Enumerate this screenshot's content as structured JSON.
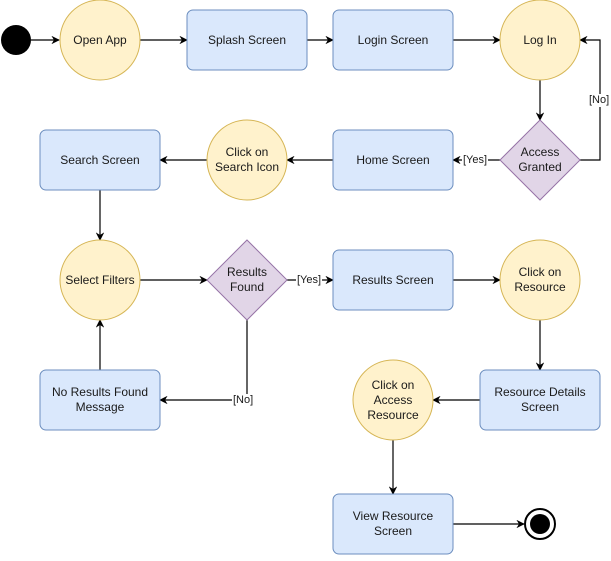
{
  "diagram": {
    "nodes": {
      "open_app": "Open App",
      "splash_screen": "Splash Screen",
      "login_screen": "Login Screen",
      "log_in": "Log In",
      "access_granted": "Access\nGranted",
      "home_screen": "Home Screen",
      "click_search_icon": "Click on\nSearch Icon",
      "search_screen": "Search Screen",
      "select_filters": "Select Filters",
      "results_found": "Results\nFound",
      "results_screen": "Results Screen",
      "click_resource": "Click on\nResource",
      "resource_details": "Resource Details\nScreen",
      "click_access_resource": "Click on\nAccess\nResource",
      "view_resource": "View Resource\nScreen",
      "no_results": "No Results Found\nMessage"
    },
    "edges": {
      "access_no": "[No]",
      "access_yes": "[Yes]",
      "results_yes": "[Yes]",
      "results_no": "[No]"
    },
    "colors": {
      "process_fill": "#dae8fc",
      "process_stroke": "#6c8ebf",
      "action_fill": "#fff2cc",
      "action_stroke": "#d6b656",
      "decision_fill": "#e1d5e7",
      "decision_stroke": "#9673a6",
      "line": "#000000"
    }
  }
}
